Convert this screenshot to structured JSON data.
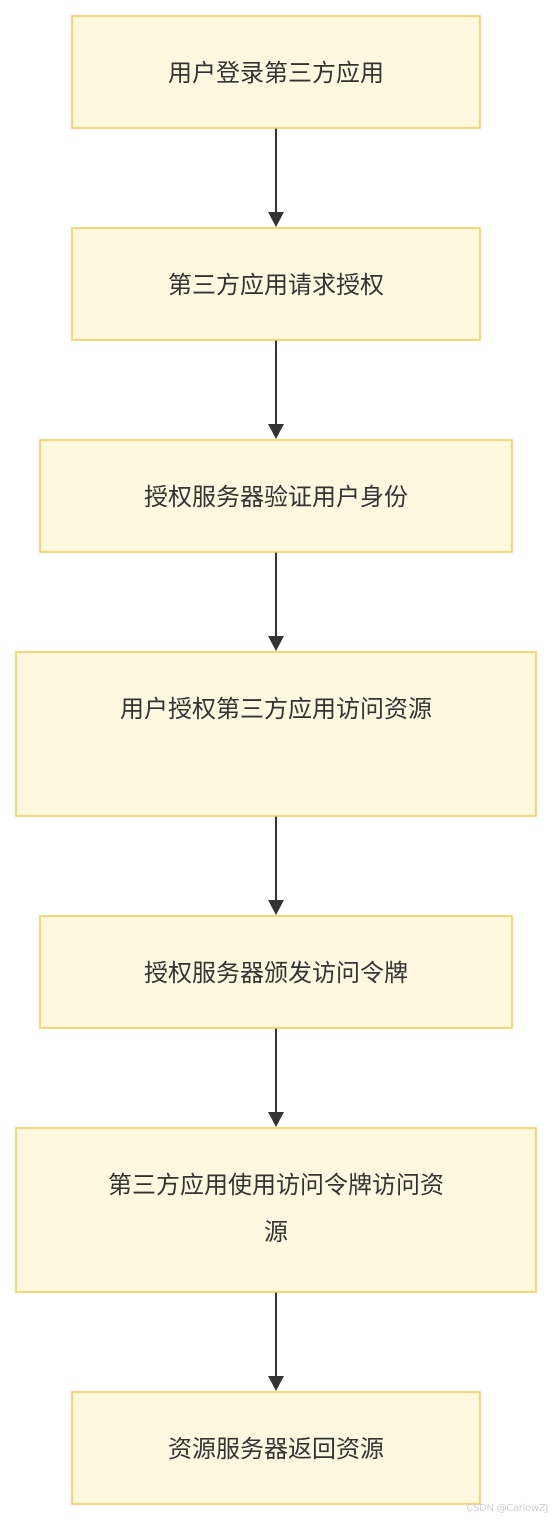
{
  "nodes": [
    {
      "id": "n1",
      "lines": [
        "用户登录第三方应用"
      ]
    },
    {
      "id": "n2",
      "lines": [
        "第三方应用请求授权"
      ]
    },
    {
      "id": "n3",
      "lines": [
        "授权服务器验证用户身份"
      ]
    },
    {
      "id": "n4",
      "lines": [
        "用户授权第三方应用访问资源"
      ]
    },
    {
      "id": "n5",
      "lines": [
        "授权服务器颁发访问令牌"
      ]
    },
    {
      "id": "n6",
      "lines": [
        "第三方应用使用访问令牌访问资",
        "源"
      ]
    },
    {
      "id": "n7",
      "lines": [
        "资源服务器返回资源"
      ]
    }
  ],
  "edges": [
    {
      "from": "n1",
      "to": "n2"
    },
    {
      "from": "n2",
      "to": "n3"
    },
    {
      "from": "n3",
      "to": "n4"
    },
    {
      "from": "n4",
      "to": "n5"
    },
    {
      "from": "n5",
      "to": "n6"
    },
    {
      "from": "n6",
      "to": "n7"
    }
  ],
  "colors": {
    "node_fill": "#fff8e1",
    "node_stroke": "#f5cc4d",
    "edge": "#333333"
  },
  "watermark": "CSDN @CarlowZJ"
}
